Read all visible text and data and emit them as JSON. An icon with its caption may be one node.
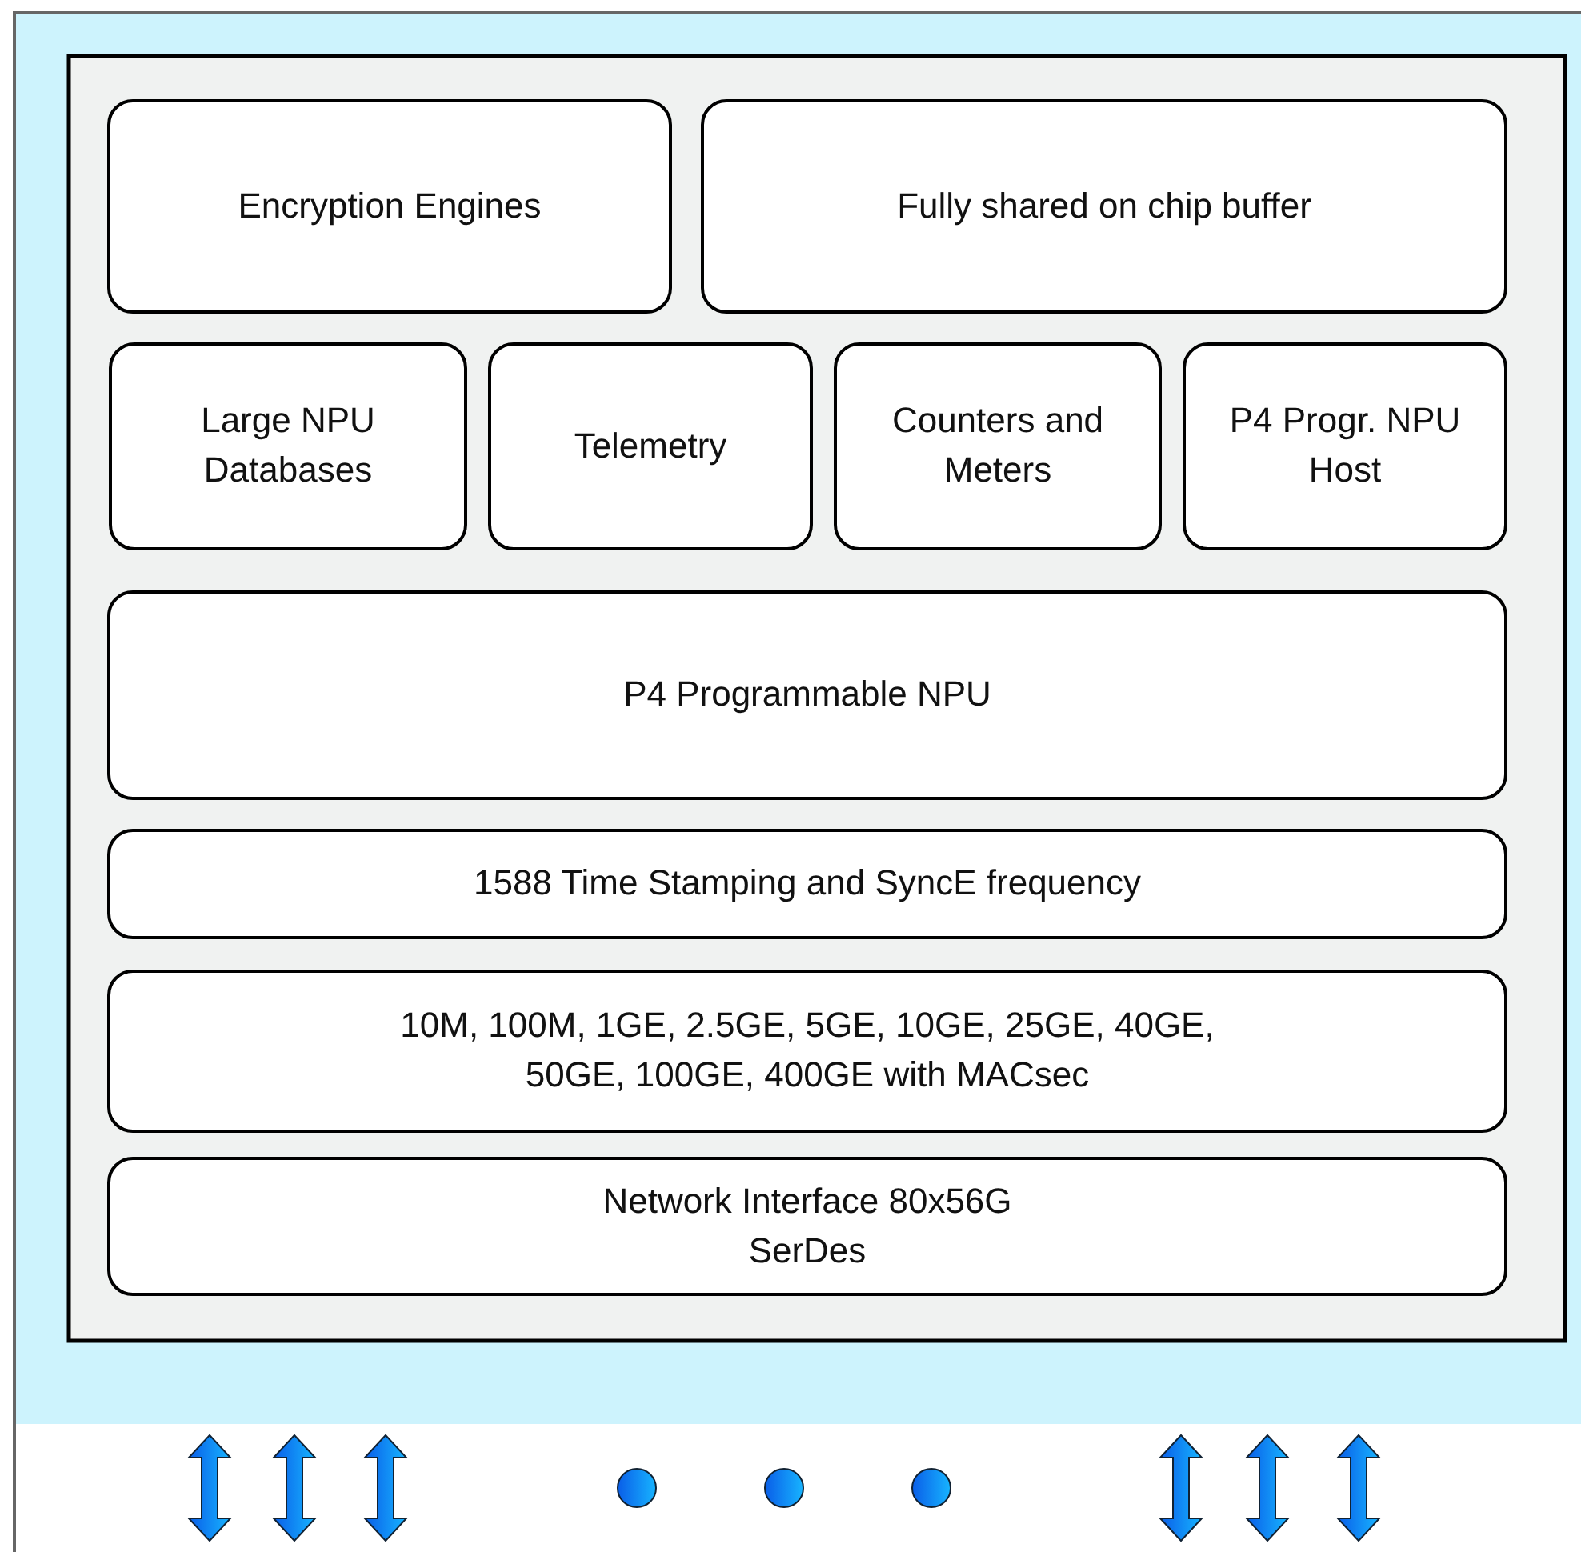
{
  "diagram": {
    "nodes": [
      {
        "text": [
          "Encryption Engines"
        ]
      },
      {
        "text": [
          "Fully shared on chip buffer"
        ]
      },
      {
        "text": [
          "Large NPU Databases"
        ]
      },
      {
        "text": [
          "Telemetry"
        ]
      },
      {
        "text": [
          "Counters and Meters"
        ]
      },
      {
        "text": [
          "P4 Progr. NPU Host"
        ]
      },
      {
        "text": [
          "P4 Programmable NPU"
        ]
      },
      {
        "text": [
          "1588 Time Stamping and SyncE frequency"
        ]
      },
      {
        "text": [
          "10M, 100M, 1GE, 2.5GE, 5GE, 10GE, 25GE, 40GE, 50GE, 100GE, 400GE with MACsec"
        ]
      },
      {
        "text": [
          "Network Interface 80x56G SerDes"
        ]
      }
    ]
  }
}
